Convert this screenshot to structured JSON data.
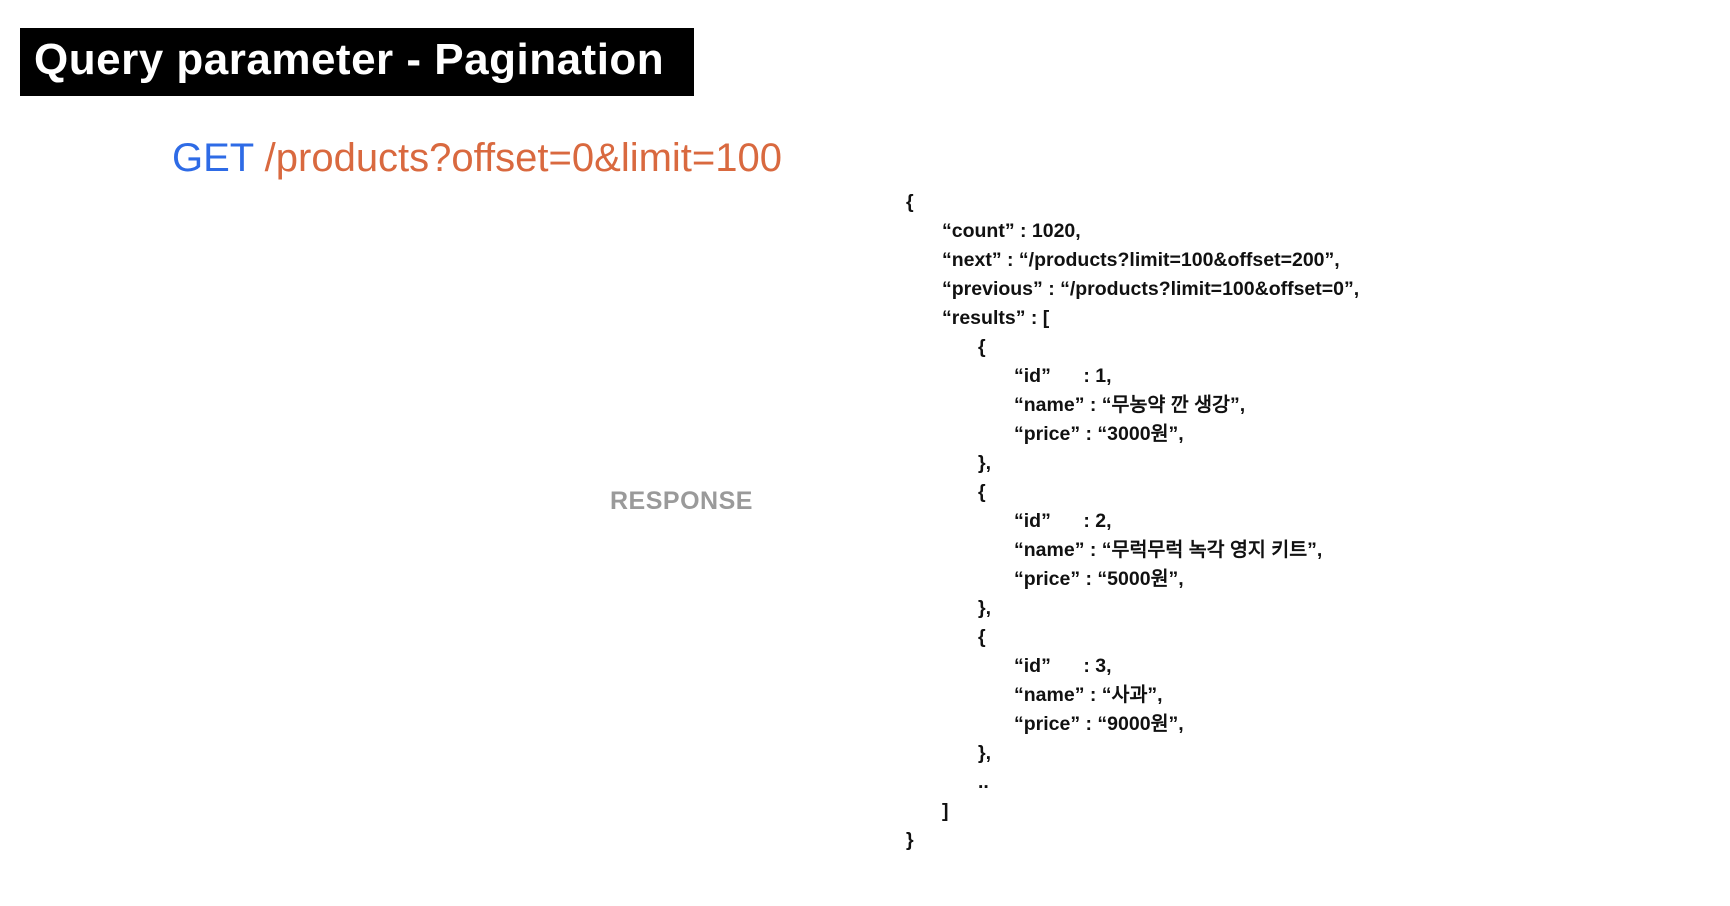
{
  "slide": {
    "title": "Query parameter - Pagination",
    "request": {
      "method": "GET",
      "path": "/products?offset=0&limit=100"
    },
    "response_label": "RESPONSE"
  },
  "colors": {
    "method_blue": "#2e6be6",
    "path_orange": "#d9693f",
    "label_gray": "#9a9a9a",
    "title_bg": "#000000",
    "title_fg": "#ffffff"
  },
  "response_json": {
    "lines": [
      {
        "indent": 0,
        "text": "{"
      },
      {
        "indent": 1,
        "text": "“count” : 1020,"
      },
      {
        "indent": 1,
        "text": "“next” : “/products?limit=100&offset=200”,"
      },
      {
        "indent": 1,
        "text": "“previous” : “/products?limit=100&offset=0”,"
      },
      {
        "indent": 1,
        "text": "“results” : ["
      },
      {
        "indent": 2,
        "text": "{"
      },
      {
        "indent": 3,
        "text": "“id”      : 1,"
      },
      {
        "indent": 3,
        "text": "“name” : “무농약 깐 생강”,"
      },
      {
        "indent": 3,
        "text": "“price” : “3000원”,"
      },
      {
        "indent": 2,
        "text": "},"
      },
      {
        "indent": 2,
        "text": "{"
      },
      {
        "indent": 3,
        "text": "“id”      : 2,"
      },
      {
        "indent": 3,
        "text": "“name” : “무럭무럭 녹각 영지 키트”,"
      },
      {
        "indent": 3,
        "text": "“price” : “5000원”,"
      },
      {
        "indent": 2,
        "text": "},"
      },
      {
        "indent": 2,
        "text": "{"
      },
      {
        "indent": 3,
        "text": "“id”      : 3,"
      },
      {
        "indent": 3,
        "text": "“name” : “사과”,"
      },
      {
        "indent": 3,
        "text": "“price” : “9000원”,"
      },
      {
        "indent": 2,
        "text": "},"
      },
      {
        "indent": 2,
        "text": ".."
      },
      {
        "indent": 1,
        "text": "]"
      },
      {
        "indent": 0,
        "text": "}"
      }
    ]
  }
}
